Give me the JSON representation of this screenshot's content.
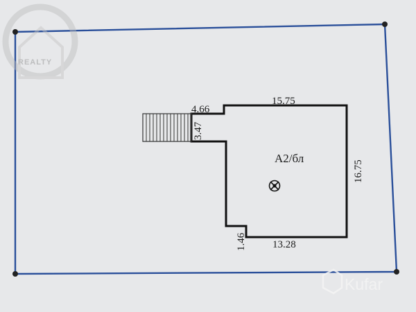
{
  "watermark_top_left": {
    "text": "REALTY"
  },
  "watermark_bottom_right": {
    "text": "Kufar"
  },
  "building": {
    "label": "А2/бл",
    "dimensions": {
      "top": "15.75",
      "right": "16.75",
      "bottom": "13.28",
      "notch_top": "4.66",
      "notch_side": "3.47",
      "small_step": "1.46"
    }
  },
  "colors": {
    "boundary": "#2a4f9a",
    "building": "#111111",
    "paper": "#e7e8ea"
  }
}
